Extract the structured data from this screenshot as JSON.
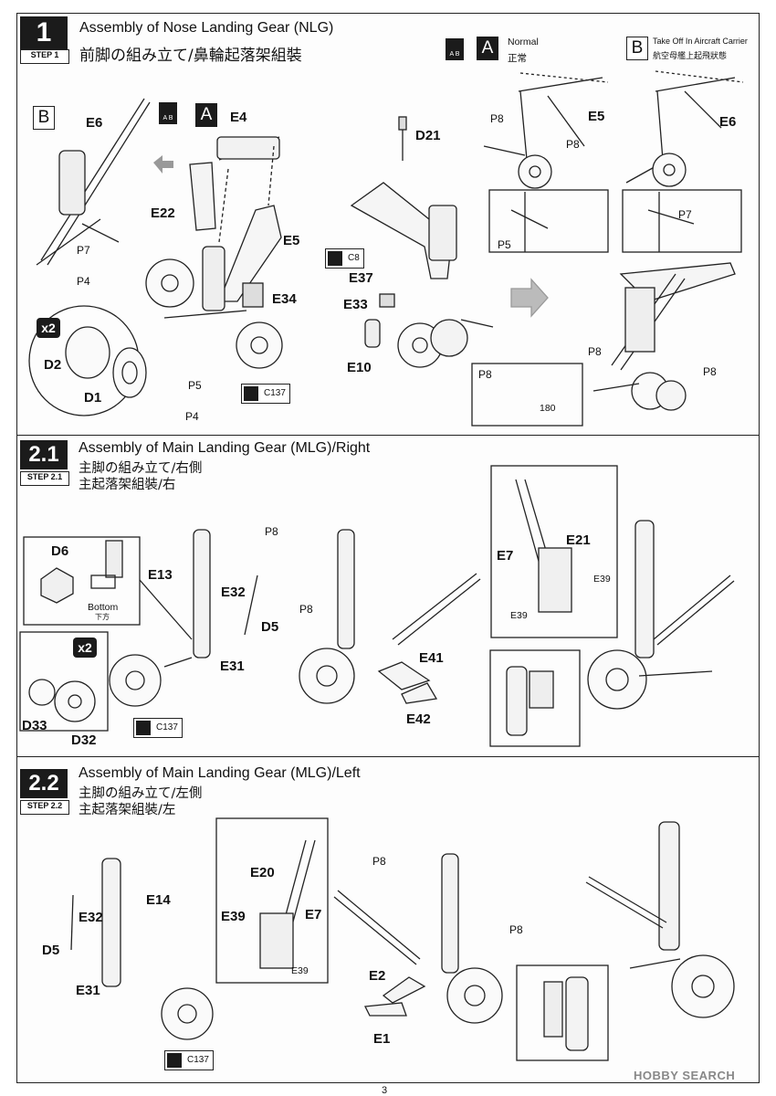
{
  "steps": [
    {
      "number": "1",
      "step_label": "STEP 1",
      "title_en": "Assembly of Nose Landing Gear (NLG)",
      "title_jp": "前脚の組み立て/鼻輪起落架組裝"
    },
    {
      "number": "2.1",
      "step_label": "STEP 2.1",
      "title_en": "Assembly of  Main Landing Gear (MLG)/Right",
      "title_jp1": "主脚の組み立て/右側",
      "title_jp2": "主起落架組裝/右"
    },
    {
      "number": "2.2",
      "step_label": "STEP 2.2",
      "title_en": "Assembly of  Main Landing Gear (MLG)/Left",
      "title_jp1": "主脚の組み立て/左側",
      "title_jp2": "主起落架組裝/左"
    }
  ],
  "step1": {
    "variant_a_en": "Normal",
    "variant_a_jp": "正常",
    "variant_b_en": "Take Off In Aircraft Carrier",
    "variant_b_jp": "航空母艦上起飛狀態",
    "letter_a": "A",
    "letter_b": "B",
    "parts": {
      "E6": "E6",
      "E4": "E4",
      "E22": "E22",
      "E5": "E5",
      "E34": "E34",
      "P7": "P7",
      "P4": "P4",
      "P5": "P5",
      "D2": "D2",
      "D1": "D1",
      "D21": "D21",
      "E37": "E37",
      "E33": "E33",
      "E10": "E10",
      "P8": "P8",
      "C8": "C8",
      "C137": "C137"
    },
    "x2": "x2",
    "rotation": "180"
  },
  "step21": {
    "parts": {
      "D6": "D6",
      "E13": "E13",
      "E32": "E32",
      "D5": "D5",
      "E31": "E31",
      "P8": "P8",
      "E7": "E7",
      "E21": "E21",
      "E39": "E39",
      "E41": "E41",
      "E42": "E42",
      "D33": "D33",
      "D32": "D32",
      "C137": "C137"
    },
    "bottom_en": "Bottom",
    "bottom_jp": "下方",
    "x2": "x2"
  },
  "step22": {
    "parts": {
      "E20": "E20",
      "E39": "E39",
      "E7": "E7",
      "E14": "E14",
      "E32": "E32",
      "D5": "D5",
      "E31": "E31",
      "P8": "P8",
      "E2": "E2",
      "E1": "E1",
      "C137": "C137"
    }
  },
  "footer": {
    "watermark": "HOBBY SEARCH",
    "page_number": "3"
  }
}
